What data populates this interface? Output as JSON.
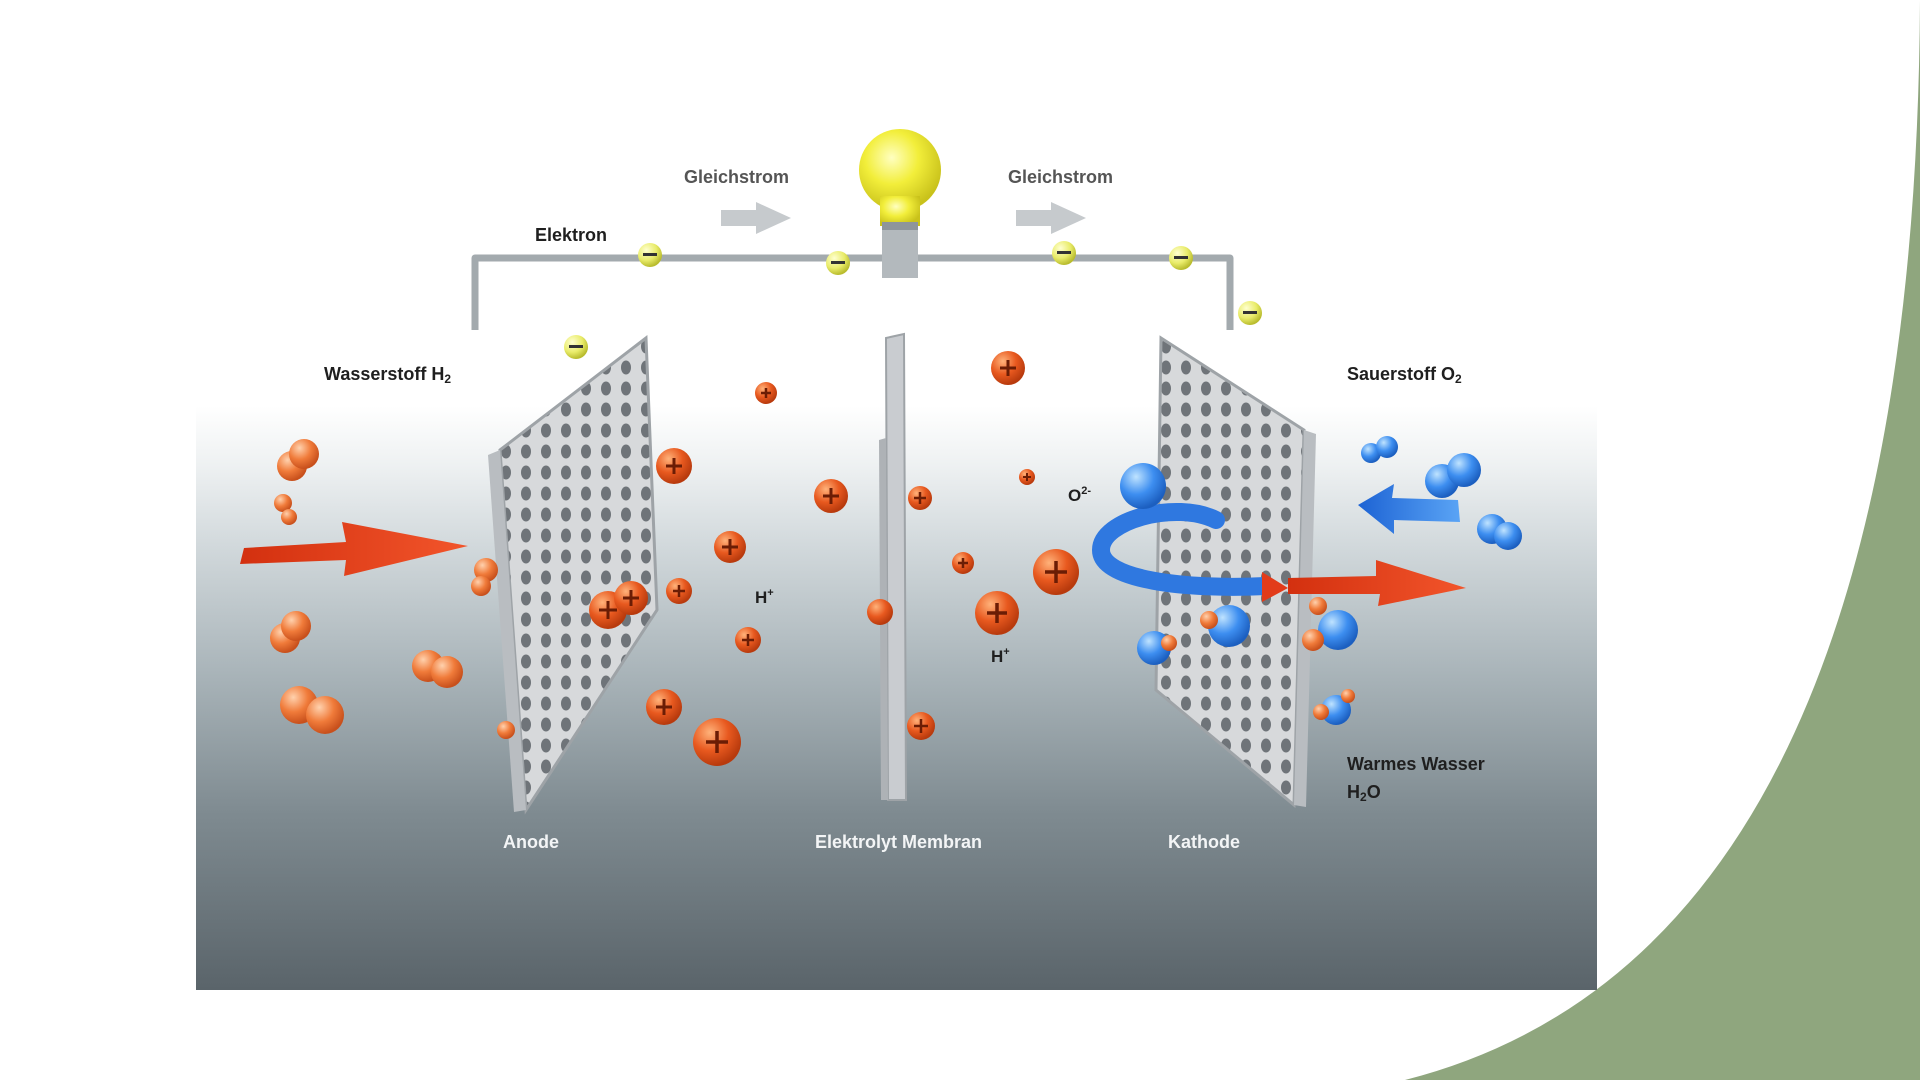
{
  "labels": {
    "current_left": "Gleichstrom",
    "current_right": "Gleichstrom",
    "electron": "Elektron",
    "hydrogen_text": "Wasserstoff H",
    "hydrogen_sub": "2",
    "oxygen_text": "Sauerstoff O",
    "oxygen_sub": "2",
    "water_line1": "Warmes Wasser",
    "water_h": "H",
    "water_sub": "2",
    "water_o": "O",
    "proton_left_base": "H",
    "proton_left_sup": "+",
    "proton_right_base": "H",
    "proton_right_sup": "+",
    "oxide_base": "O",
    "oxide_sup": "2-",
    "anode": "Anode",
    "membrane": "Elektrolyt Membran",
    "cathode": "Kathode"
  },
  "colors": {
    "hydrogen_flow_arrow": "#e23b1a",
    "water_flow_arrow": "#e23b1a",
    "oxygen_flow_arrow": "#2f78e0",
    "bulb": "#f2ee3a",
    "electron": "#e9ec6a",
    "proton": "#e8591f",
    "oxygen_atom": "#3d8ef0",
    "corner_accent": "#8fa67e"
  }
}
